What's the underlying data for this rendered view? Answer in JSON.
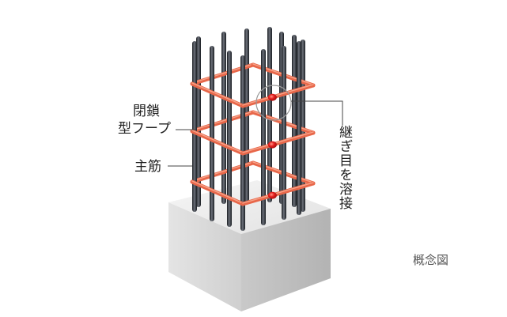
{
  "labels": {
    "hoop_line1": "閉鎖",
    "hoop_line2": "型フープ",
    "main_rebar": "主筋",
    "joint_weld": "継ぎ目を溶接",
    "concept": "概念図"
  },
  "colors": {
    "hoop": "#e8674a",
    "hoop_highlight": "#f7a48a",
    "weld": "#e62020",
    "rebar": "#2b2f36",
    "concrete_top": "#eeeeee",
    "concrete_left": "#d6d6d6",
    "concrete_front": "#bfbfbf",
    "leader": "#444444"
  }
}
